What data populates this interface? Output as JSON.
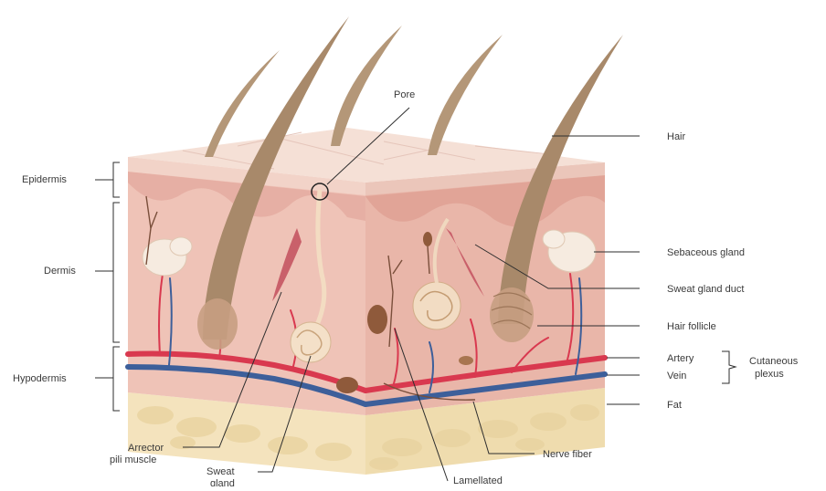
{
  "labels": {
    "epidermis": "Epidermis",
    "dermis": "Dermis",
    "hypodermis": "Hypodermis",
    "pore": "Pore",
    "hair": "Hair",
    "sebaceous_gland": "Sebaceous gland",
    "sweat_gland_duct": "Sweat gland duct",
    "hair_follicle": "Hair follicle",
    "artery": "Artery",
    "vein": "Vein",
    "cutaneous_plexus_1": "Cutaneous",
    "cutaneous_plexus_2": "plexus",
    "fat": "Fat",
    "arrector_1": "Arrector",
    "arrector_2": "pili muscle",
    "sweat_1": "Sweat",
    "sweat_2": "gland",
    "lamellated": "Lamellated",
    "nerve_fiber": "Nerve fiber"
  },
  "colors": {
    "epidermis_top": "#f3dcd3",
    "dermis": "#efc1b5",
    "dermis_side": "#e7b2a5",
    "hypodermis": "#f6e8c6",
    "fat_blob": "#efdcae",
    "hair": "#b49778",
    "hair_dark": "#8c6f55",
    "artery": "#d9394f",
    "vein": "#3d5f9a",
    "gland": "#f4e2cf",
    "muscle": "#c9606a",
    "leader": "#2e2e2e"
  }
}
